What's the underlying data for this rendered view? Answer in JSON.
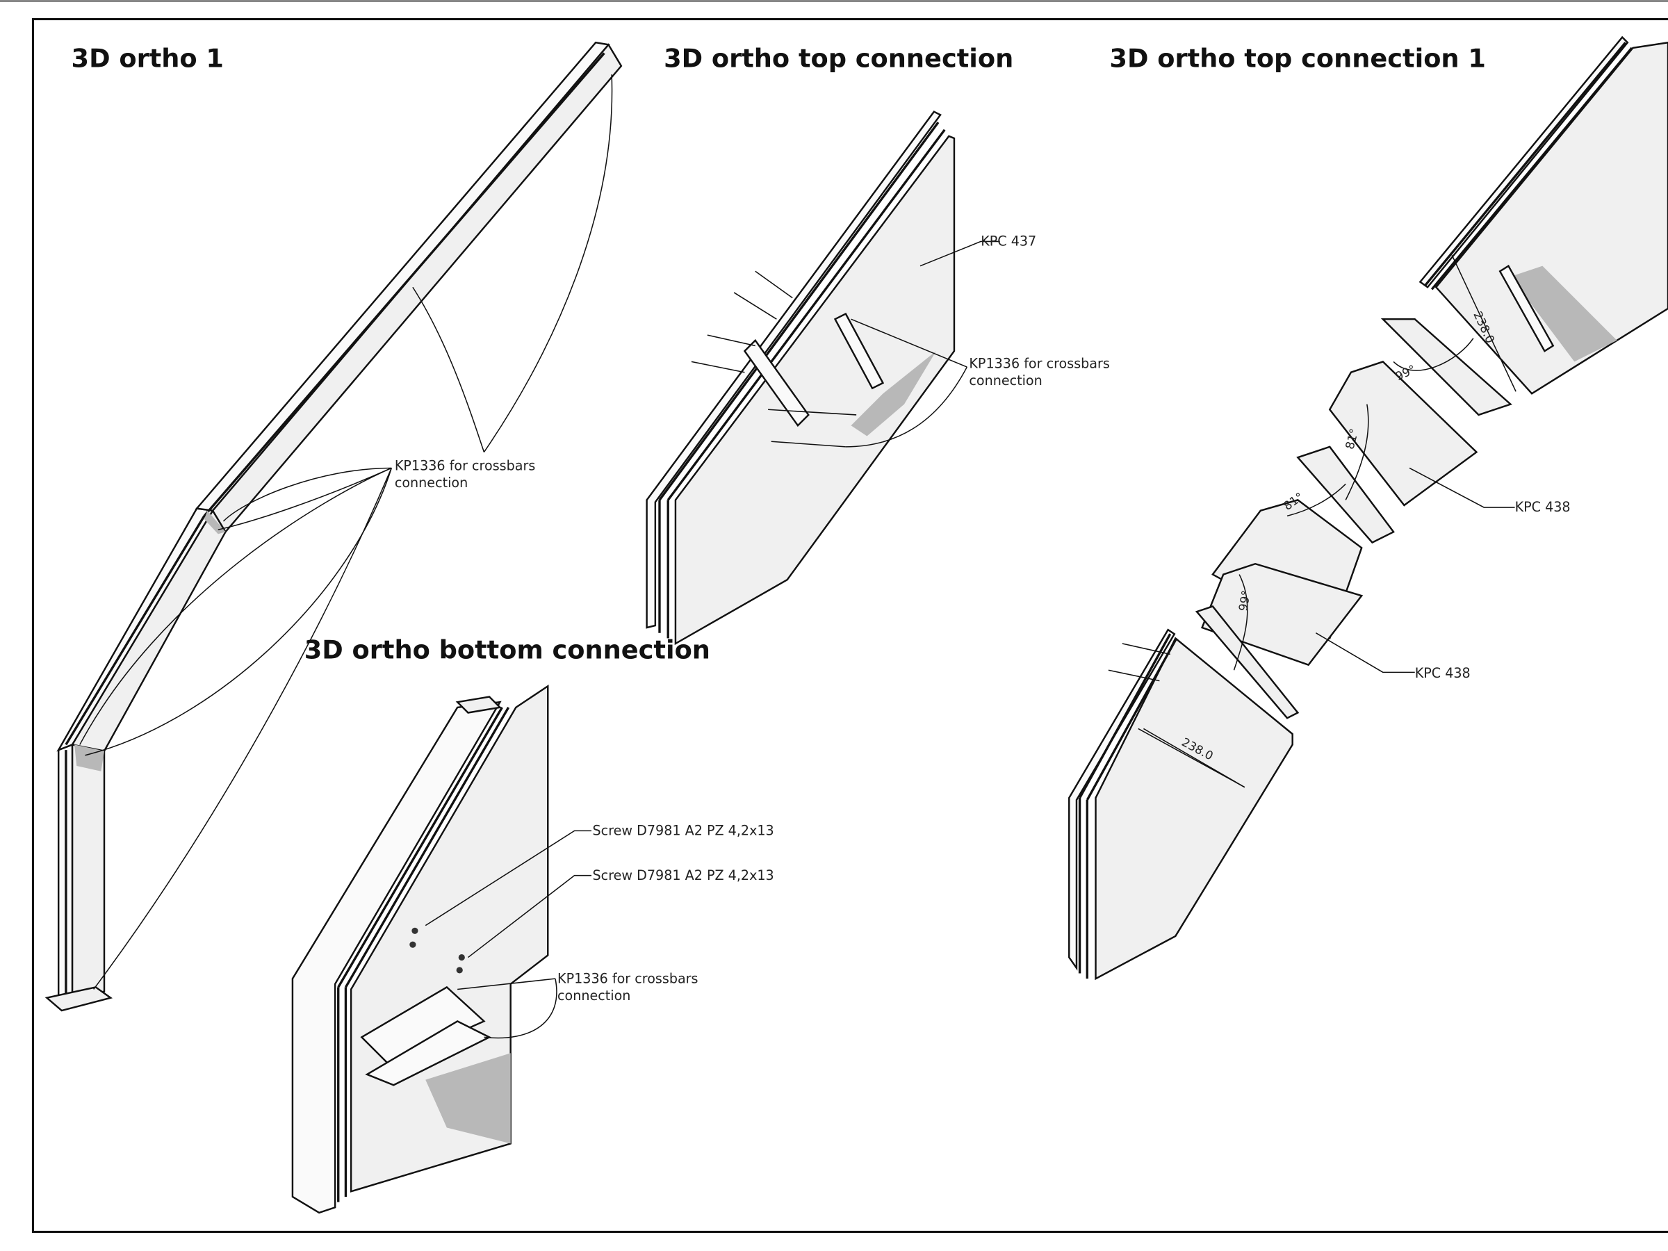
{
  "views": {
    "ortho1": {
      "title": "3D ortho 1",
      "label": [
        "KP1336 for crossbars",
        "connection"
      ]
    },
    "top": {
      "title": "3D ortho top connection",
      "label_kpc": "KPC 437",
      "label_kp": [
        "KP1336 for crossbars",
        "connection"
      ]
    },
    "top1": {
      "title": "3D ortho top connection 1",
      "label_kpc_a": "KPC  438",
      "label_kpc_b": "KPC 438",
      "dim_a": "238.0",
      "dim_b": "238.0",
      "angle_a": "99°",
      "angle_b": "81°",
      "angle_c": "81°",
      "angle_d": "99°"
    },
    "bottom": {
      "title": "3D ortho bottom connection",
      "screw_a": "Screw D7981 A2 PZ 4,2x13",
      "screw_b": "Screw D7981 A2 PZ 4,2x13",
      "label_kp": [
        "KP1336 for crossbars",
        "connection"
      ]
    }
  }
}
